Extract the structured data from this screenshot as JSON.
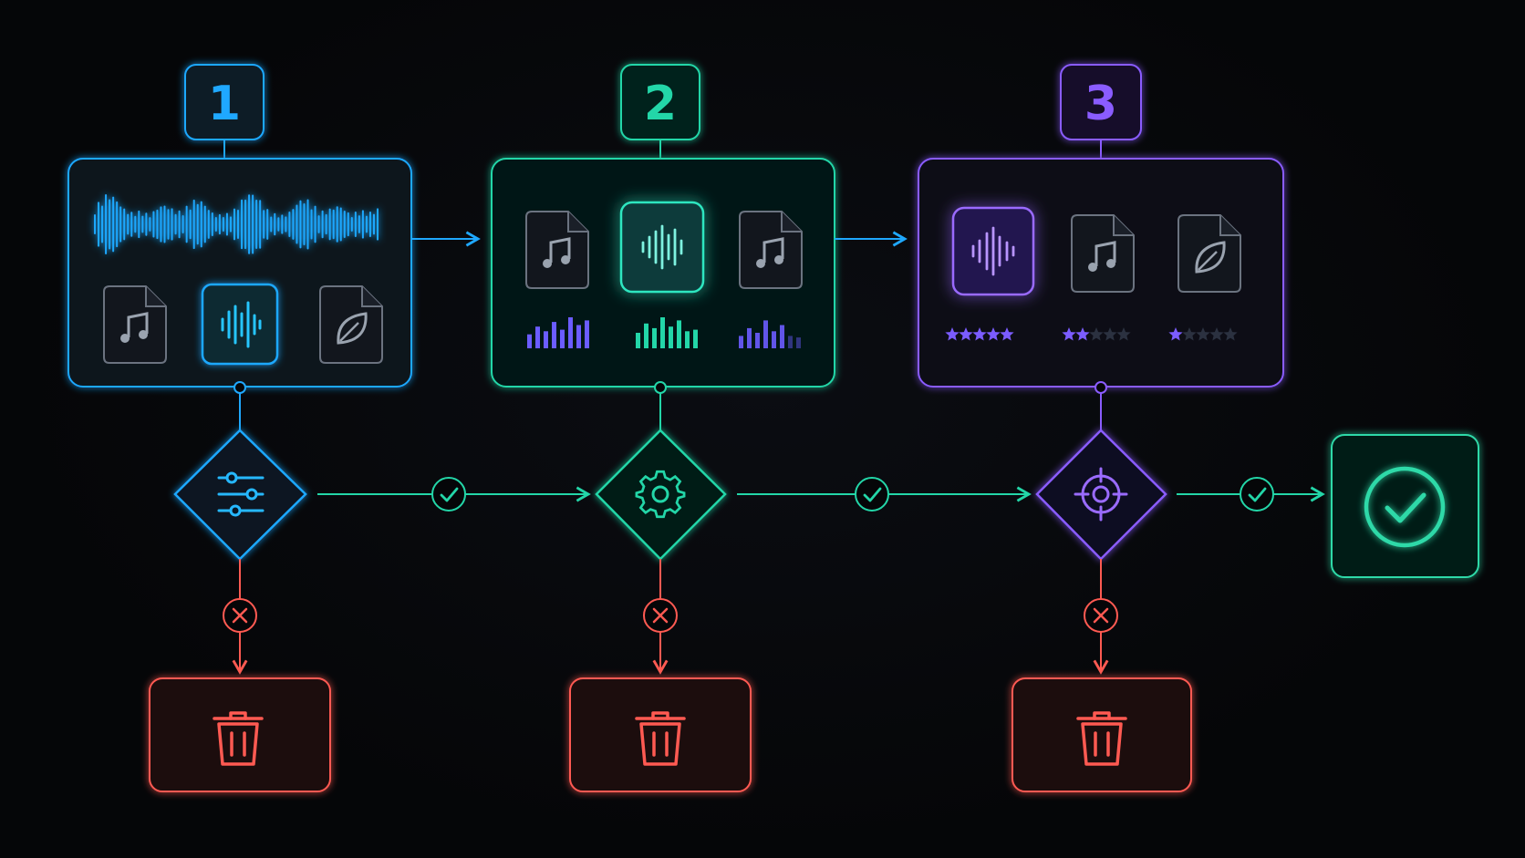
{
  "colors": {
    "stage1": "#1fa8ff",
    "stage2": "#23d6a8",
    "stage3": "#8a5cff",
    "success": "#2fd9a8",
    "reject": "#ff5a52",
    "tile": "#6b7380",
    "star_off": "#2b3140"
  },
  "stages": [
    {
      "number": "1",
      "panel_icons": [
        "waveform-strip",
        "music-file-icon",
        "audio-wave-icon",
        "leaf-file-icon"
      ],
      "decision_icon": "sliders-icon",
      "pass_icon": "check-circle-icon",
      "reject_icon": "x-circle-icon",
      "bin_icon": "trash-icon"
    },
    {
      "number": "2",
      "panel_icons": [
        "music-file-icon",
        "audio-wave-icon",
        "music-file-icon"
      ],
      "level_bars": [
        [
          0.45,
          0.7,
          0.55,
          0.85,
          0.6,
          1.0,
          0.75,
          0.9
        ],
        [
          0.5,
          0.8,
          0.65,
          1.0,
          0.7,
          0.9,
          0.55,
          0.6
        ],
        [
          0.4,
          0.65,
          0.5,
          0.9,
          0.55,
          0.75,
          0.4,
          0.35
        ]
      ],
      "decision_icon": "gear-icon",
      "pass_icon": "check-circle-icon",
      "reject_icon": "x-circle-icon",
      "bin_icon": "trash-icon"
    },
    {
      "number": "3",
      "panel_icons": [
        "audio-wave-icon",
        "music-file-icon",
        "leaf-file-icon"
      ],
      "ratings": [
        5,
        2,
        1
      ],
      "rating_max": 5,
      "decision_icon": "crosshair-icon",
      "pass_icon": "check-circle-icon",
      "reject_icon": "x-circle-icon",
      "bin_icon": "trash-icon"
    }
  ],
  "final": {
    "icon": "check-circle-icon"
  }
}
